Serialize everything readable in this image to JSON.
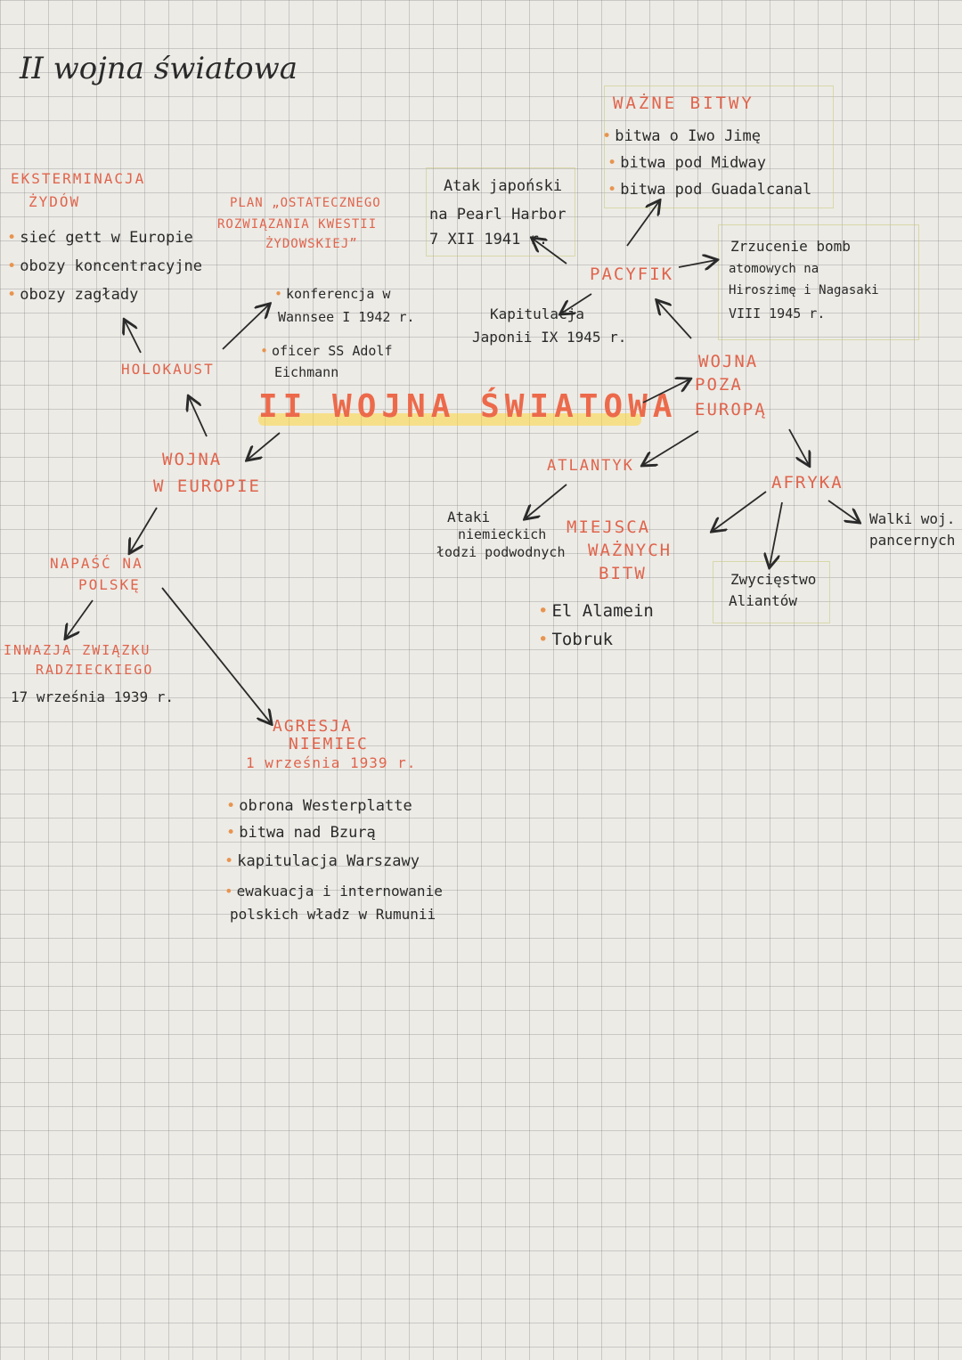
{
  "title": "II wojna światowa",
  "center": "II WOJNA ŚWIATOWA",
  "eksterminacja": {
    "heading": [
      "EKSTERMINACJA",
      "ŻYDÓW"
    ],
    "items": [
      "sieć gett w Europie",
      "obozy koncentracyjne",
      "obozy zagłady"
    ]
  },
  "plan": {
    "heading": [
      "PLAN „OSTATECZNEGO",
      "ROZWIĄZANIA KWESTII",
      "ŻYDOWSKIEJ”"
    ]
  },
  "holokaust": {
    "label": "HOLOKAUST",
    "items": [
      "konferencja w",
      "Wannsee I 1942 r.",
      "oficer SS Adolf",
      "Eichmann"
    ]
  },
  "pearl": {
    "lines": [
      "Atak japoński",
      "na Pearl Harbor",
      "7 XII 1941 r."
    ]
  },
  "wazne_bitwy": {
    "heading": "WAŻNE BITWY",
    "items": [
      "bitwa o Iwo Jimę",
      "bitwa pod Midway",
      "bitwa pod Guadalcanal"
    ]
  },
  "pacyfik": {
    "label": "PACYFIK"
  },
  "bomby": {
    "lines": [
      "Zrzucenie bomb",
      "atomowych na",
      "Hiroszimę i Nagasaki",
      "VIII 1945 r."
    ]
  },
  "kapitulacja_japonii": {
    "lines": [
      "Kapitulacja",
      "Japonii IX 1945 r."
    ]
  },
  "wojna_poza": {
    "lines": [
      "WOJNA",
      "POZA",
      "EUROPĄ"
    ]
  },
  "atlantyk": {
    "label": "ATLANTYK"
  },
  "ataki": {
    "lines": [
      "Ataki",
      "niemieckich",
      "łodzi podwodnych"
    ]
  },
  "afryka": {
    "label": "AFRYKA"
  },
  "walki": {
    "lines": [
      "Walki woj.",
      "pancernych"
    ]
  },
  "miejsca": {
    "heading": [
      "MIEJSCA",
      "WAŻNYCH",
      "BITW"
    ],
    "items": [
      "El Alamein",
      "Tobruk"
    ]
  },
  "zwyciestwo": {
    "lines": [
      "Zwycięstwo",
      "Aliantów"
    ]
  },
  "wojna_w_europie": {
    "lines": [
      "WOJNA",
      "W EUROPIE"
    ]
  },
  "napasc": {
    "lines": [
      "NAPAŚĆ NA",
      "POLSKĘ"
    ]
  },
  "inwazja": {
    "lines": [
      "INWAZJA ZWIĄZKU",
      "RADZIECKIEGO"
    ],
    "date": "17 września 1939 r."
  },
  "agresja": {
    "lines": [
      "AGRESJA",
      "NIEMIEC"
    ],
    "date": "1 września 1939 r.",
    "items": [
      "obrona Westerplatte",
      "bitwa nad Bzurą",
      "kapitulacja Warszawy",
      "ewakuacja i internowanie",
      "polskich władz w Rumunii"
    ]
  },
  "colors": {
    "red": "#e0644c",
    "ink": "#2a2a2a",
    "highlight": "#ffd63c"
  }
}
